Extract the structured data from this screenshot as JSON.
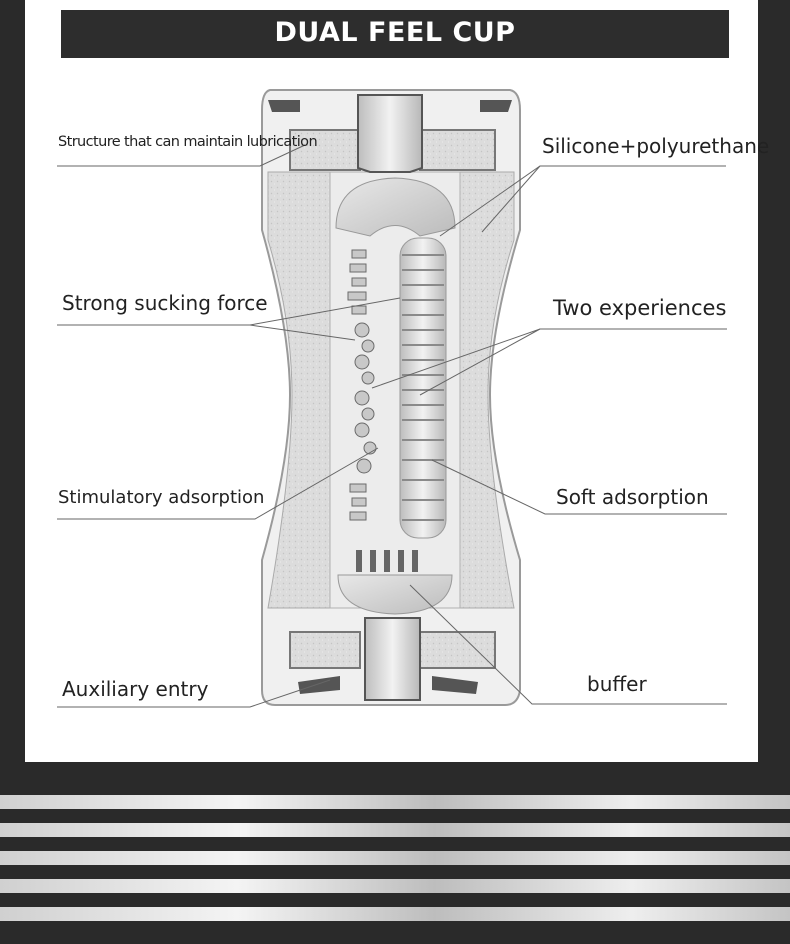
{
  "title": "DUAL FEEL CUP",
  "labels": {
    "structure": "Structure that can maintain lubrication",
    "silicone": "Silicone+polyurethane",
    "strong_sucking": "Strong sucking force",
    "two_experiences": "Two experiences",
    "stimulatory": "Stimulatory adsorption",
    "soft_adsorption": "Soft adsorption",
    "auxiliary": "Auxiliary entry",
    "buffer": "buffer"
  },
  "colors": {
    "background": "#2a2a2a",
    "panel": "#ffffff",
    "title_bar": "#2d2d2d",
    "title_text": "#ffffff"
  }
}
